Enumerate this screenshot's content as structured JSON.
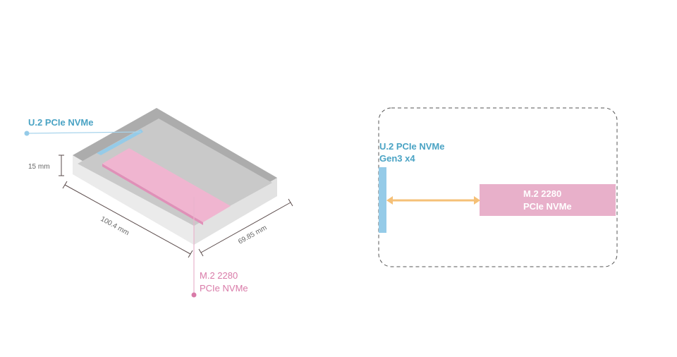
{
  "left_diagram": {
    "u2_label": "U.2 PCIe NVMe",
    "height_label": "15 mm",
    "length_label": "100.4 mm",
    "width_label": "69.85 mm",
    "m2_label_line1": "M.2 2280",
    "m2_label_line2": "PCIe NVMe"
  },
  "right_diagram": {
    "u2_label_line1": "U.2 PCIe NVMe",
    "u2_label_line2": "Gen3 x4",
    "m2_label_line1": "M.2 2280",
    "m2_label_line2": "PCIe NVMe"
  },
  "colors": {
    "blue_text": "#4aa3c4",
    "blue_part": "#95cbe8",
    "pink_text": "#d97aa8",
    "pink_part": "#f0b5d0",
    "pink_box": "#e8b0ca",
    "arrow": "#f5c077"
  }
}
